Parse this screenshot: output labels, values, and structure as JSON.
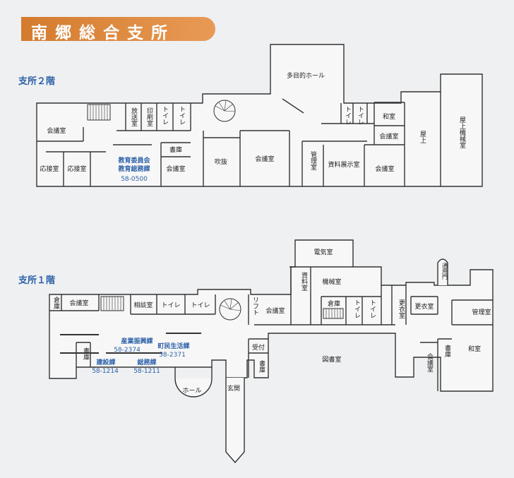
{
  "title": "南郷総合支所",
  "floor2": {
    "label": "支所２階",
    "rooms": {
      "tamokuteki": "多目的ホール",
      "kaigi1": "会議室",
      "oussetsu1": "応接室",
      "oussetsu2": "応接室",
      "housou": "放送室",
      "insatsu": "印刷室",
      "toilet1": "トイレ",
      "toilet2": "トイレ",
      "shoko": "書庫",
      "kaigi2": "会議室",
      "fukinuke": "吹抜",
      "kaigi3": "会議室",
      "kanri": "管理室",
      "shiryou": "資料展示室",
      "toilet3": "トイレ",
      "toilet4": "トイレ",
      "washitsu": "和室",
      "kaigi4": "会議室",
      "kaigi5": "会議室",
      "okujou": "屋上",
      "okujoukikai": "屋上機械室"
    },
    "office": {
      "name1": "教育委員会",
      "name2": "教育総務課",
      "tel": "58-0500"
    }
  },
  "floor1": {
    "label": "支所１階",
    "rooms": {
      "souko1": "倉庫",
      "kaigi1": "会議室",
      "soudan": "相談室",
      "toilet1": "トイレ",
      "toilet2": "トイレ",
      "lift": "リフト",
      "kaigi2": "会議室",
      "denki": "電気室",
      "shiryou": "資料室",
      "kikai": "機械室",
      "souko2": "倉庫",
      "toilet3": "トイレ",
      "toilet4": "トイレ",
      "kouishitsu1": "更衣室",
      "tsuuyoumon": "通用門",
      "kouishitsu2": "更衣室",
      "kanri": "管理室",
      "washitsu": "和室",
      "shoko1": "書庫",
      "uketsuke": "受付",
      "shoko2": "書庫",
      "toshoshitsu": "図書室",
      "kaigi3": "会議室",
      "shoko3": "書庫",
      "hall": "ホール",
      "genkan": "玄関"
    },
    "offices": {
      "sangyo": {
        "name": "産業振興課",
        "tel": "58-2374"
      },
      "chomin": {
        "name": "町民生活課",
        "tel": "58-2371"
      },
      "kensetsu": {
        "name": "建設課",
        "tel": "58-1214"
      },
      "soumu": {
        "name": "総務課",
        "tel": "58-1211"
      }
    }
  },
  "colors": {
    "banner": "#d47b2e",
    "label": "#2b5fa8",
    "wall": "#333333",
    "floor": "#f7f7f7"
  }
}
